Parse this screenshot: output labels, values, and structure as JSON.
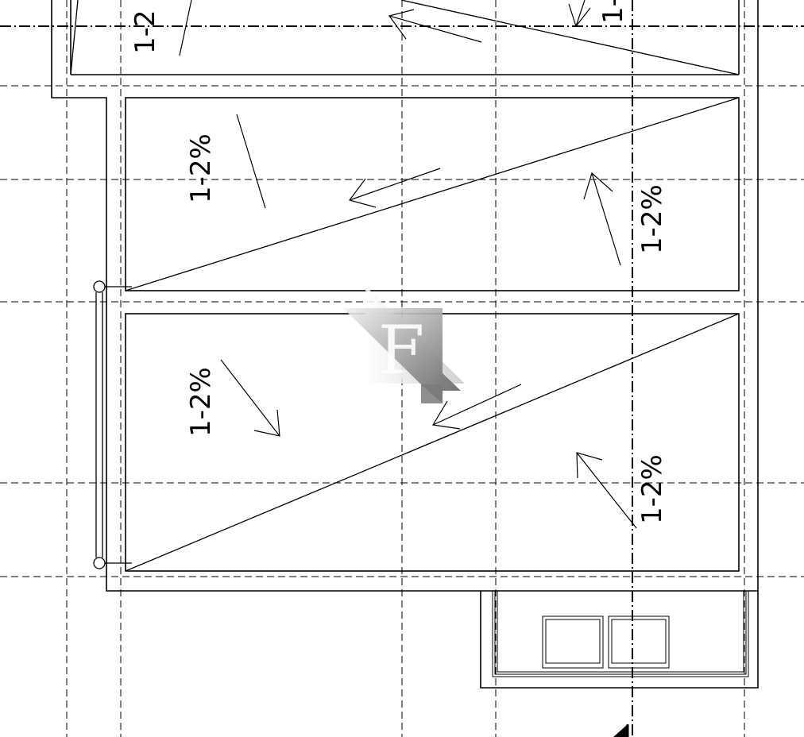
{
  "drawing": {
    "slope_labels": [
      "1-2",
      "1-",
      "1-2%",
      "1-2%",
      "1-2%",
      "1-2%"
    ],
    "watermark_letter": "F"
  },
  "colors": {
    "line": "#000000",
    "background": "#ffffff",
    "watermark_light": "#e8e8e8",
    "watermark_dark": "#8c8c8c"
  }
}
